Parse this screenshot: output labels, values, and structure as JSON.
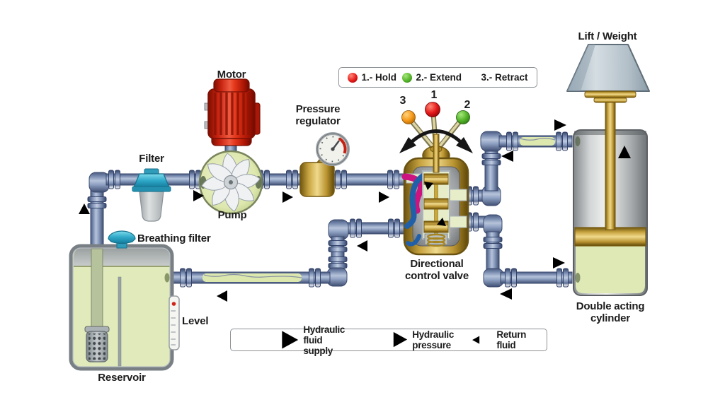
{
  "title": "Hydraulic system diagram",
  "colors": {
    "supply": "#00a88e",
    "pressure": "#cc1380",
    "return": "#2160a8",
    "hold": "#e51a1a",
    "extend": "#55b42a",
    "retract": "#f59a1a"
  },
  "labels": {
    "motor": "Motor",
    "pump": "Pump",
    "filter": "Filter",
    "breathing_filter": "Breathing filter",
    "pressure_regulator": "Pressure\nregulator",
    "directional_valve": "Directional\ncontrol valve",
    "reservoir": "Reservoir",
    "level": "Level",
    "lift_weight": "Lift / Weight",
    "double_acting_cylinder": "Double acting\ncylinder"
  },
  "valve_positions": {
    "hold": "1",
    "extend": "2",
    "retract": "3"
  },
  "position_legend": {
    "items": [
      {
        "label": "1.- Hold",
        "color_key": "hold"
      },
      {
        "label": "2.- Extend",
        "color_key": "extend"
      },
      {
        "label": "3.- Retract",
        "color_key": "retract"
      }
    ]
  },
  "flow_legend": {
    "items": [
      {
        "label": "Hydraulic fluid supply",
        "direction": "right",
        "color_key": "supply"
      },
      {
        "label": "Hydraulic pressure",
        "direction": "right",
        "color_key": "pressure"
      },
      {
        "label": "Return fluid",
        "direction": "left",
        "color_key": "return"
      }
    ]
  }
}
